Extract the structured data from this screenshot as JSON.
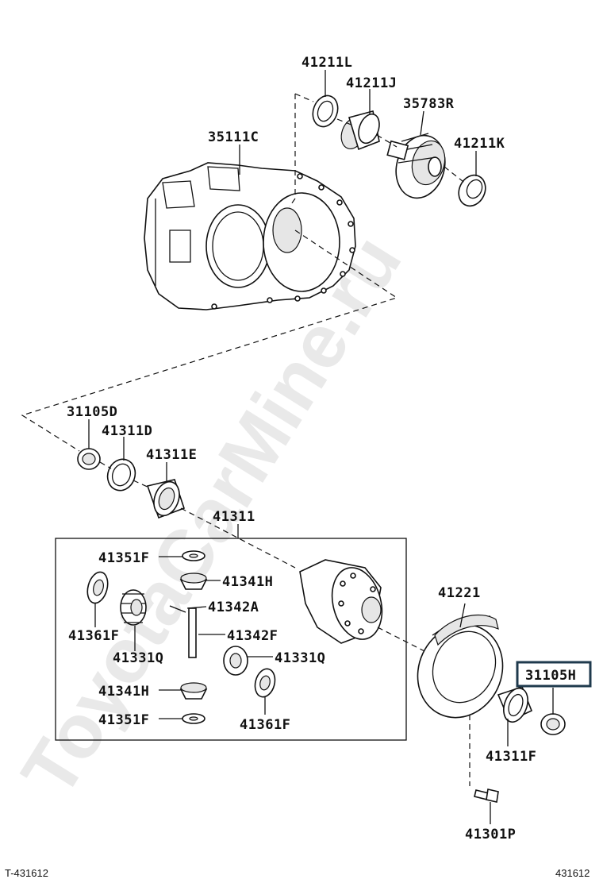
{
  "watermark": "ToyotaCarMine.ru",
  "labels": {
    "p41211L": "41211L",
    "p41211J": "41211J",
    "p35783R": "35783R",
    "p35111C": "35111C",
    "p41211K": "41211K",
    "p31105D": "31105D",
    "p41311D": "41311D",
    "p41311E": "41311E",
    "p41311": "41311",
    "p41351F_top": "41351F",
    "p41341H_top": "41341H",
    "p41342A": "41342A",
    "p41361F_left": "41361F",
    "p41342F": "41342F",
    "p41331Q_left": "41331Q",
    "p41331Q_right": "41331Q",
    "p41341H_bottom": "41341H",
    "p41351F_bottom": "41351F",
    "p41361F_right": "41361F",
    "p41221": "41221",
    "p31105H": "31105H",
    "p41311F": "41311F",
    "p41301P": "41301P"
  },
  "footer": {
    "left": "T-431612",
    "right": "431612"
  },
  "highlight_color": "#1f3a4d"
}
